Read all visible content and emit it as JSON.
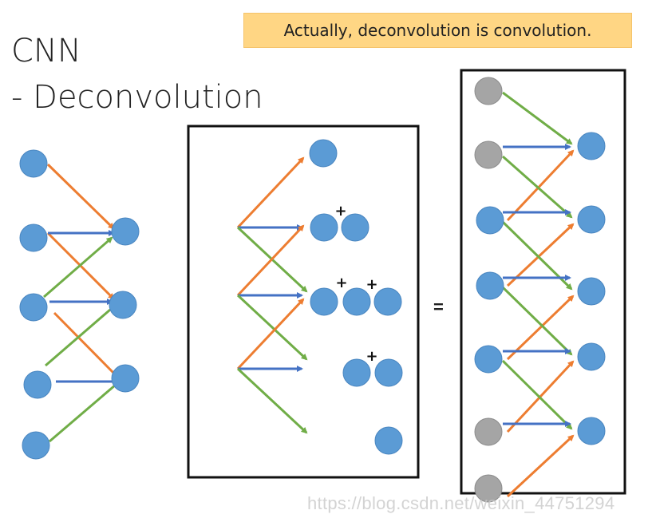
{
  "slide": {
    "title_line1": "CNN",
    "title_line2": "- Deconvolution",
    "callout": "Actually, deconvolution is convolution.",
    "equals": "=",
    "watermark": "https://blog.csdn.net/weixin_44751294"
  },
  "colors": {
    "node_blue": "#5b9bd5",
    "node_gray": "#a5a5a5",
    "edge_orange": "#ed7d31",
    "edge_blue": "#4472c4",
    "edge_green": "#70ad47",
    "callout_bg": "#ffd684"
  },
  "diagram": {
    "left_panel": {
      "input_nodes": 5,
      "output_nodes": 3,
      "description": "convolution: 3 inputs per output"
    },
    "middle_panel": {
      "input_nodes": 3,
      "output_groups": [
        1,
        2,
        3,
        2,
        1
      ],
      "plus_sign": "+"
    },
    "right_panel": {
      "input_nodes": 7,
      "padded_nodes": [
        0,
        1,
        5,
        6
      ],
      "output_nodes": 5
    }
  }
}
